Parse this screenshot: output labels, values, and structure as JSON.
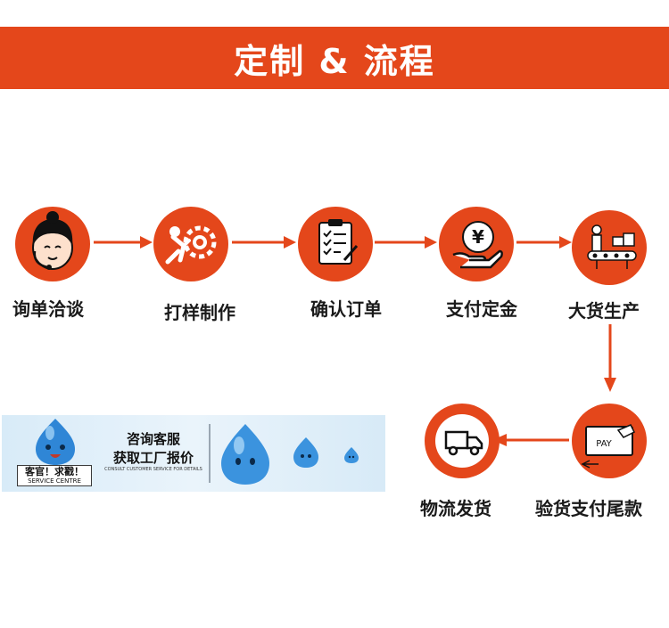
{
  "header": {
    "title": "定制 & 流程"
  },
  "steps": [
    {
      "label": "询单洽谈",
      "icon": "headset-agent-icon"
    },
    {
      "label": "打样制作",
      "icon": "gear-push-icon"
    },
    {
      "label": "确认订单",
      "icon": "clipboard-check-icon"
    },
    {
      "label": "支付定金",
      "icon": "yen-hand-icon"
    },
    {
      "label": "大货生产",
      "icon": "conveyor-production-icon"
    },
    {
      "label": "验货支付尾款",
      "icon": "pay-card-icon"
    },
    {
      "label": "物流发货",
      "icon": "delivery-truck-icon"
    }
  ],
  "service": {
    "tag_cn": "客官！求戳！",
    "tag_en": "SERVICE CENTRE",
    "line1": "咨询客服",
    "line2": "获取工厂报价",
    "line3": "CONSULT CUSTOMER SERVICE FOR DETAILS",
    "icon": "water-drop-mascot-icon"
  },
  "colors": {
    "accent": "#e4471b",
    "banner_text": "#ffffff"
  }
}
